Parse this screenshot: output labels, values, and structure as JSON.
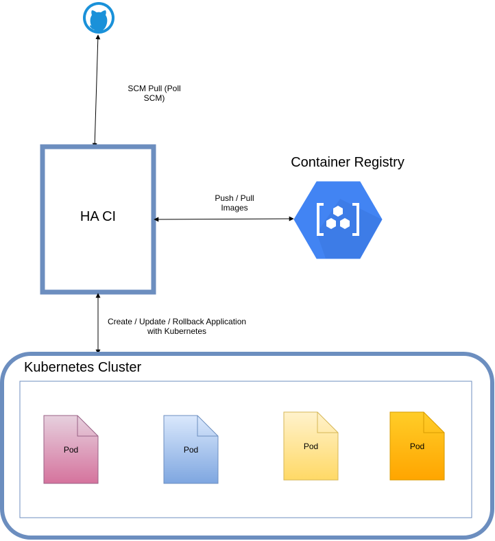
{
  "labels": {
    "scm_line1": "SCM Pull (Poll",
    "scm_line2": "SCM)",
    "haci": "HA CI",
    "registry_title": "Container Registry",
    "push_line1": "Push / Pull",
    "push_line2": "Images",
    "create_line1": "Create / Update / Rollback Application",
    "create_line2": "with Kubernetes",
    "cluster_title": "Kubernetes Cluster"
  },
  "pods": [
    {
      "label": "Pod",
      "fill_top": "#e6d0de",
      "fill_bottom": "#d5739d",
      "stroke": "#996185"
    },
    {
      "label": "Pod",
      "fill_top": "#dae8fc",
      "fill_bottom": "#7ea6e0",
      "stroke": "#6c8ebf"
    },
    {
      "label": "Pod",
      "fill_top": "#fff2cc",
      "fill_bottom": "#ffd966",
      "stroke": "#d6b656"
    },
    {
      "label": "Pod",
      "fill_top": "#ffcd28",
      "fill_bottom": "#ffa500",
      "stroke": "#d79b00"
    }
  ],
  "colors": {
    "box_border": "#6c8ebf",
    "github_blue": "#1a91d9",
    "registry_blue": "#4284f3",
    "inner_border": "#6c8ebf"
  },
  "icons": [
    "github-icon",
    "container-registry-icon"
  ]
}
